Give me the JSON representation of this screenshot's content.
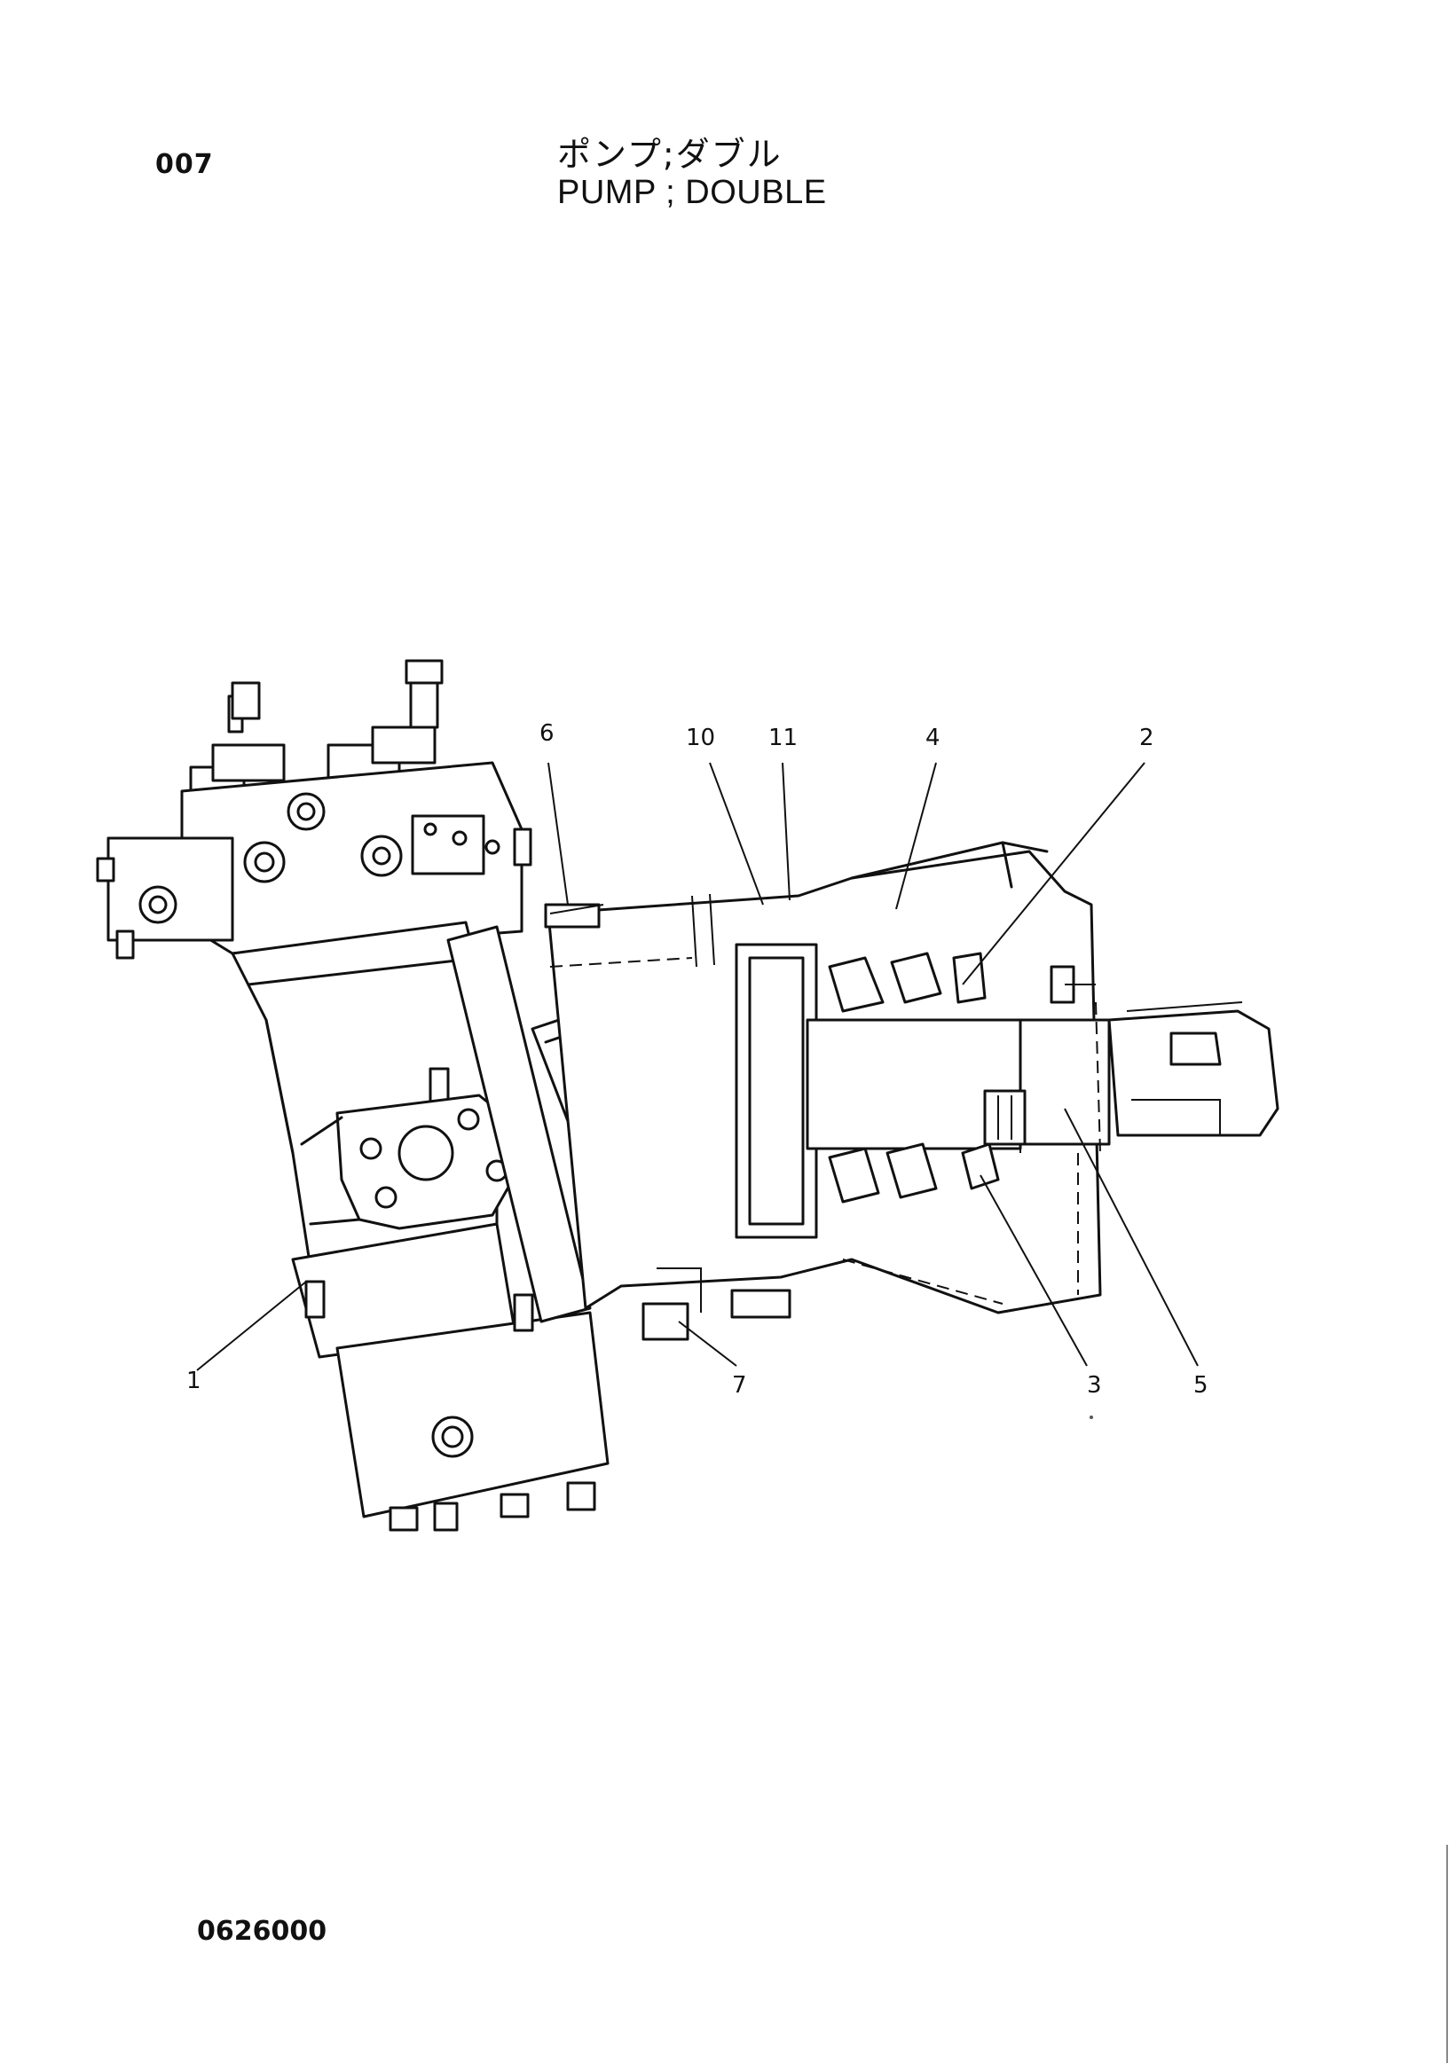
{
  "page_number": "007",
  "title_jp": "ポンプ;ダブル",
  "title_en": "PUMP ; DOUBLE",
  "drawing_code": "0626000",
  "callouts": [
    "1",
    "2",
    "3",
    "4",
    "5",
    "6",
    "7",
    "10",
    "11"
  ]
}
